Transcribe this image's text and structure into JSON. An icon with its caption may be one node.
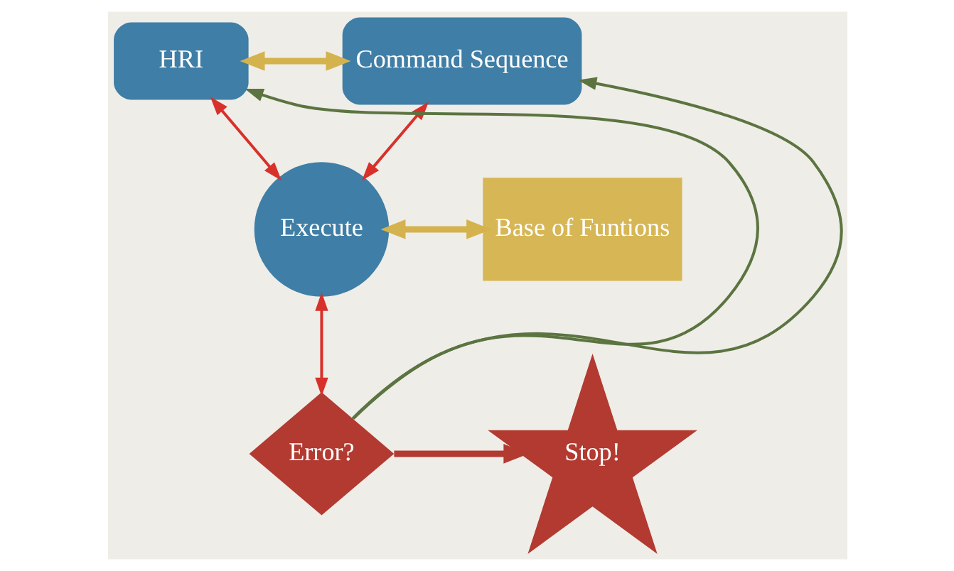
{
  "diagram": {
    "nodes": [
      {
        "text": [
          "HRI"
        ]
      },
      {
        "text": [
          "Command Sequence"
        ]
      },
      {
        "text": [
          "Execute"
        ]
      },
      {
        "text": [
          "Base of Funtions"
        ]
      },
      {
        "text": [
          "Error?"
        ]
      },
      {
        "text": [
          "Stop!"
        ]
      }
    ],
    "edges": [
      {
        "from": 0,
        "to": 1,
        "arrow": "both",
        "style": "thick",
        "color": "#d4b24e"
      },
      {
        "from": 1,
        "to": 2,
        "arrow": "both",
        "color": "#d8302a"
      },
      {
        "from": 0,
        "to": 2,
        "arrow": "both",
        "color": "#d8302a"
      },
      {
        "from": 2,
        "to": 3,
        "arrow": "both",
        "style": "thick",
        "color": "#d4b24e"
      },
      {
        "from": 2,
        "to": 4,
        "arrow": "both",
        "color": "#d8302a"
      },
      {
        "from": 4,
        "to": 0,
        "arrow": "to",
        "color": "#5b7440"
      },
      {
        "from": 4,
        "to": 1,
        "arrow": "to",
        "color": "#5b7440"
      },
      {
        "from": 4,
        "to": 5,
        "arrow": "to",
        "style": "thick",
        "color": "#b23a30"
      }
    ]
  }
}
